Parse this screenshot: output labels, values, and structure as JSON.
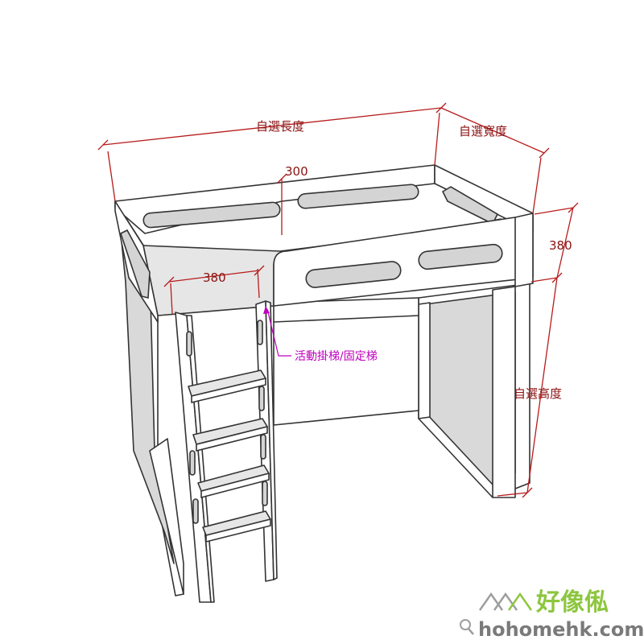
{
  "dimensions": {
    "length_label": "自選長度",
    "width_label": "自選寬度",
    "height_label": "自選高度",
    "rail_opening": "300",
    "ladder_opening": "380",
    "rail_height": "380"
  },
  "annotation": {
    "ladder_note": "活動掛梯/固定梯"
  },
  "branding": {
    "name": "好像俬",
    "url": "hohomehk.com",
    "color": "#8dc63f"
  }
}
